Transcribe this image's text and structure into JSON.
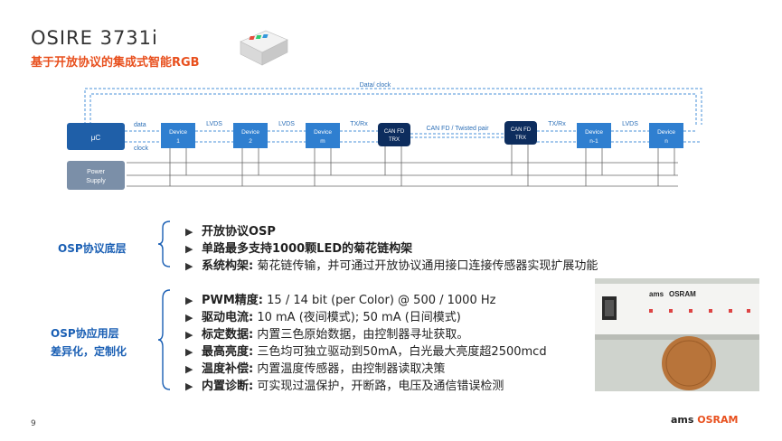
{
  "header": {
    "title": "OSIRE 3731i",
    "subtitle": "基于开放协议的集成式智能RGB"
  },
  "diagram": {
    "top_label": "Data/ clock",
    "mcu": "μC",
    "power": [
      "Power",
      "Supply"
    ],
    "data_label": "data",
    "clock_label": "clock",
    "devices": [
      {
        "l1": "Device",
        "l2": "1"
      },
      {
        "l1": "Device",
        "l2": "2"
      },
      {
        "l1": "Device",
        "l2": "m"
      },
      {
        "l1": "Device",
        "l2": "n-1"
      },
      {
        "l1": "Device",
        "l2": "n"
      }
    ],
    "links": [
      "LVDS",
      "LVDS",
      "TX/Rx",
      "TX/Rx",
      "LVDS"
    ],
    "can_trx": [
      "CAN FD",
      "TRX"
    ],
    "can_label": "CAN FD / Twisted pair"
  },
  "osp_base": {
    "label": "OSP协议底层",
    "items": [
      {
        "k": "开放协议OSP",
        "v": ""
      },
      {
        "k": "单路最多支持1000颗LED的菊花链构架",
        "v": ""
      },
      {
        "k": "系统构架:",
        "v": " 菊花链传输，并可通过开放协议通用接口连接传感器实现扩展功能"
      }
    ]
  },
  "osp_app": {
    "label1": "OSP协应用层",
    "label2": "差异化，定制化",
    "items": [
      {
        "k": "PWM精度:",
        "v": " 15 / 14 bit (per Color) @ 500 / 1000 Hz"
      },
      {
        "k": "驱动电流:",
        "v": " 10 mA (夜间模式); 50 mA (日间模式)"
      },
      {
        "k": "标定数据:",
        "v": " 内置三色原始数据，由控制器寻址获取。"
      },
      {
        "k": "最高亮度:",
        "v": " 三色均可独立驱动到50mA，白光最大亮度超2500mcd"
      },
      {
        "k": "温度补偿:",
        "v": " 内置温度传感器，由控制器读取决策"
      },
      {
        "k": "内置诊断:",
        "v": " 可实现过温保护，开断路，电压及通信错误检测"
      }
    ]
  },
  "photo": {
    "brand_ams": "ams",
    "brand_osram": "OSRAM"
  },
  "footer": {
    "page": "9",
    "logo_ams": "ams",
    "logo_osram": "OSRAM"
  }
}
